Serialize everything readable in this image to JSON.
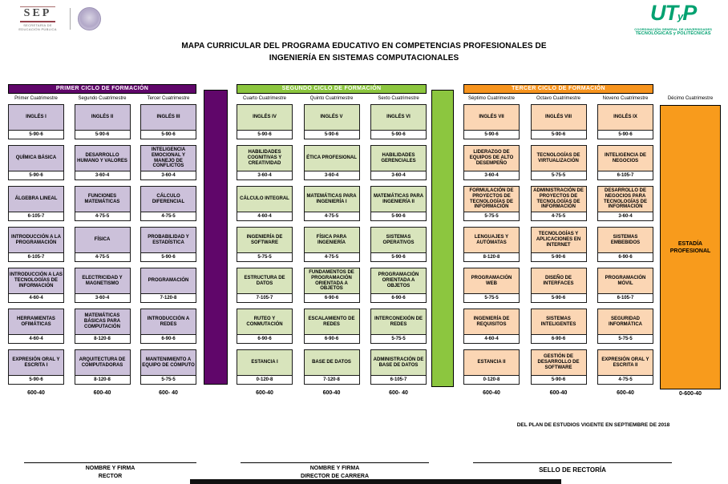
{
  "header": {
    "sep": {
      "acronym": "SEP",
      "subtitle": "SECRETARÍA DE EDUCACIÓN PÚBLICA"
    },
    "utp": {
      "glyph_big1": "UT",
      "glyph_small": "y",
      "glyph_big2": "P",
      "line1": "COORDINACIÓN GENERAL DE UNIVERSIDADES",
      "line2": "TECNOLÓGICAS y POLITÉCNICAS",
      "brand_color": "#00A170"
    },
    "title_line1": "MAPA CURRICULAR DEL PROGRAMA EDUCATIVO EN COMPETENCIAS PROFESIONALES DE",
    "title_line2": "INGENIERÍA EN SISTEMAS COMPUTACIONALES"
  },
  "cycles": [
    {
      "name": "PRIMER CICLO DE FORMACIÓN",
      "header_color": "#60066A",
      "box_color": "#CCC1DA",
      "columns": [
        {
          "label": "Primer Cuatrimestre",
          "total": "600-40",
          "courses": [
            {
              "title": "INGLÉS I",
              "hours": "5-90-6"
            },
            {
              "title": "QUÍMICA BÁSICA",
              "hours": "5-90-6"
            },
            {
              "title": "ÁLGEBRA LINEAL",
              "hours": "6-105-7"
            },
            {
              "title": "INTRODUCCIÓN A LA PROGRAMACIÓN",
              "hours": "6-105-7"
            },
            {
              "title": "INTRODUCCIÓN A LAS TECNOLOGÍAS DE INFORMACIÓN",
              "hours": "4-60-4"
            },
            {
              "title": "HERRAMIENTAS OFIMÁTICAS",
              "hours": "4-60-4"
            },
            {
              "title": "EXPRESIÓN ORAL Y ESCRITA I",
              "hours": "5-90-6"
            }
          ]
        },
        {
          "label": "Segundo Cuatrimestre",
          "total": "600-40",
          "courses": [
            {
              "title": "INGLÉS II",
              "hours": "5-90-6"
            },
            {
              "title": "DESARROLLO HUMANO Y VALORES",
              "hours": "3-60-4"
            },
            {
              "title": "FUNCIONES MATEMÁTICAS",
              "hours": "4-75-5"
            },
            {
              "title": "FÍSICA",
              "hours": "4-75-5"
            },
            {
              "title": "ELECTRICIDAD Y MAGNETISMO",
              "hours": "3-60-4"
            },
            {
              "title": "MATEMÁTICAS BÁSICAS PARA COMPUTACIÓN",
              "hours": "8-120-8"
            },
            {
              "title": "ARQUITECTURA DE COMPUTADORAS",
              "hours": "8-120-8"
            }
          ]
        },
        {
          "label": "Tercer Cuatrimestre",
          "total": "600- 40",
          "courses": [
            {
              "title": "INGLÉS III",
              "hours": "5-90-6"
            },
            {
              "title": "INTELIGENCIA EMOCIONAL Y MANEJO DE CONFLICTOS",
              "hours": "3-60-4"
            },
            {
              "title": "CÁLCULO DIFERENCIAL",
              "hours": "4-75-5"
            },
            {
              "title": "PROBABILIDAD Y ESTADÍSTICA",
              "hours": "5-90-6"
            },
            {
              "title": "PROGRAMACIÓN",
              "hours": "7-120-8"
            },
            {
              "title": "INTRODUCCIÓN A REDES",
              "hours": "6-90-6"
            },
            {
              "title": "MANTENIMIENTO A EQUIPO DE CÓMPUTO",
              "hours": "5-75-5"
            }
          ]
        }
      ]
    },
    {
      "name": "SEGUNDO CICLO DE FORMACIÓN",
      "header_color": "#8CC63F",
      "box_color": "#D8E4BC",
      "columns": [
        {
          "label": "Cuarto Cuatrimestre",
          "total": "600-40",
          "courses": [
            {
              "title": "INGLÉS IV",
              "hours": "5-90-6"
            },
            {
              "title": "HABILIDADES COGNITIVAS Y CREATIVIDAD",
              "hours": "3-60-4"
            },
            {
              "title": "CÁLCULO INTEGRAL",
              "hours": "4-60-4"
            },
            {
              "title": "INGENIERÍA DE SOFTWARE",
              "hours": "5-75-5"
            },
            {
              "title": "ESTRUCTURA DE DATOS",
              "hours": "7-105-7"
            },
            {
              "title": "RUTEO Y CONMUTACIÓN",
              "hours": "6-90-6"
            },
            {
              "title": "ESTANCIA I",
              "hours": "0-120-8"
            }
          ]
        },
        {
          "label": "Quinto Cuatrimestre",
          "total": "600-40",
          "courses": [
            {
              "title": "INGLÉS V",
              "hours": "5-90-6"
            },
            {
              "title": "ÉTICA PROFESIONAL",
              "hours": "3-60-4"
            },
            {
              "title": "MATEMÁTICAS PARA INGENIERÍA I",
              "hours": "4-75-5"
            },
            {
              "title": "FÍSICA PARA INGENIERÍA",
              "hours": "4-75-5"
            },
            {
              "title": "FUNDAMENTOS DE PROGRAMACIÓN ORIENTADA A OBJETOS",
              "hours": "6-90-6"
            },
            {
              "title": "ESCALAMIENTO DE REDES",
              "hours": "6-90-6"
            },
            {
              "title": "BASE DE DATOS",
              "hours": "7-120-8"
            }
          ]
        },
        {
          "label": "Sexto Cuatrimestre",
          "total": "600- 40",
          "courses": [
            {
              "title": "INGLÉS VI",
              "hours": "5-90-6"
            },
            {
              "title": "HABILIDADES GERENCIALES",
              "hours": "3-60-4"
            },
            {
              "title": "MATEMÁTICAS PARA INGENIERÍA II",
              "hours": "5-90-6"
            },
            {
              "title": "SISTEMAS OPERATIVOS",
              "hours": "5-90-6"
            },
            {
              "title": "PROGRAMACIÓN ORIENTADA A OBJETOS",
              "hours": "6-90-6"
            },
            {
              "title": "INTERCONEXIÓN DE REDES",
              "hours": "5-75-5"
            },
            {
              "title": "ADMINISTRACIÓN DE BASE DE DATOS",
              "hours": "6-105-7"
            }
          ]
        }
      ]
    },
    {
      "name": "TERCER CICLO DE FORMACIÓN",
      "header_color": "#F7941E",
      "box_color": "#FBD6B4",
      "columns": [
        {
          "label": "Séptimo Cuatrimestre",
          "total": "600-40",
          "courses": [
            {
              "title": "INGLÉS VII",
              "hours": "5-90-6"
            },
            {
              "title": "LIDERAZGO DE EQUIPOS DE ALTO DESEMPEÑO",
              "hours": "3-60-4"
            },
            {
              "title": "FORMULACIÓN DE PROYECTOS DE TECNOLOGÍAS DE INFORMACIÓN",
              "hours": "5-75-5"
            },
            {
              "title": "LENGUAJES Y AUTÓMATAS",
              "hours": "8-120-8"
            },
            {
              "title": "PROGRAMACIÓN WEB",
              "hours": "5-75-5"
            },
            {
              "title": "INGENIERÍA DE REQUISITOS",
              "hours": "4-60-4"
            },
            {
              "title": "ESTANCIA II",
              "hours": "0-120-8"
            }
          ]
        },
        {
          "label": "Octavo Cuatrimestre",
          "total": "600-40",
          "courses": [
            {
              "title": "INGLÉS VIII",
              "hours": "5-90-6"
            },
            {
              "title": "TECNOLOGÍAS DE VIRTUALIZACIÓN",
              "hours": "5-75-5"
            },
            {
              "title": "ADMINISTRACIÓN DE PROYECTOS DE TECNOLOGÍAS DE INFORMACIÓN",
              "hours": "4-75-5"
            },
            {
              "title": "TECNOLOGÍAS Y APLICACIONES EN INTERNET",
              "hours": "5-90-6"
            },
            {
              "title": "DISEÑO DE INTERFACES",
              "hours": "5-90-6"
            },
            {
              "title": "SISTEMAS INTELIGENTES",
              "hours": "6-90-6"
            },
            {
              "title": "GESTIÓN DE DESARROLLO DE SOFTWARE",
              "hours": "5-90-6"
            }
          ]
        },
        {
          "label": "Noveno Cuatrimestre",
          "total": "600-40",
          "courses": [
            {
              "title": "INGLÉS IX",
              "hours": "5-90-6"
            },
            {
              "title": "INTELIGENCIA DE NEGOCIOS",
              "hours": "6-105-7"
            },
            {
              "title": "DESARROLLO DE NEGOCIOS PARA TECNOLOGÍAS DE INFORMACIÓN",
              "hours": "3-60-4"
            },
            {
              "title": "SISTEMAS EMBEBIDOS",
              "hours": "6-90-6"
            },
            {
              "title": "PROGRAMACIÓN MÓVIL",
              "hours": "6-105-7"
            },
            {
              "title": "SEGURIDAD INFORMÁTICA",
              "hours": "5-75-5"
            },
            {
              "title": "EXPRESIÓN ORAL Y ESCRITA II",
              "hours": "4-75-5"
            }
          ]
        }
      ]
    }
  ],
  "decimo": {
    "label": "Décimo Cuatrimestre",
    "course": "ESTADÍA PROFESIONAL",
    "total": "0-600-40",
    "color": "#F89B1C"
  },
  "footer": {
    "plan_note": "DEL PLAN DE ESTUDIOS VIGENTE EN SEPTIEMBRE DE 2018",
    "signatures": [
      {
        "lines": [
          "NOMBRE Y FIRMA",
          "RECTOR"
        ]
      },
      {
        "lines": [
          "NOMBRE Y FIRMA",
          "DIRECTOR DE CARRERA"
        ]
      },
      {
        "lines": [
          "SELLO DE RECTORÍA"
        ]
      }
    ]
  }
}
